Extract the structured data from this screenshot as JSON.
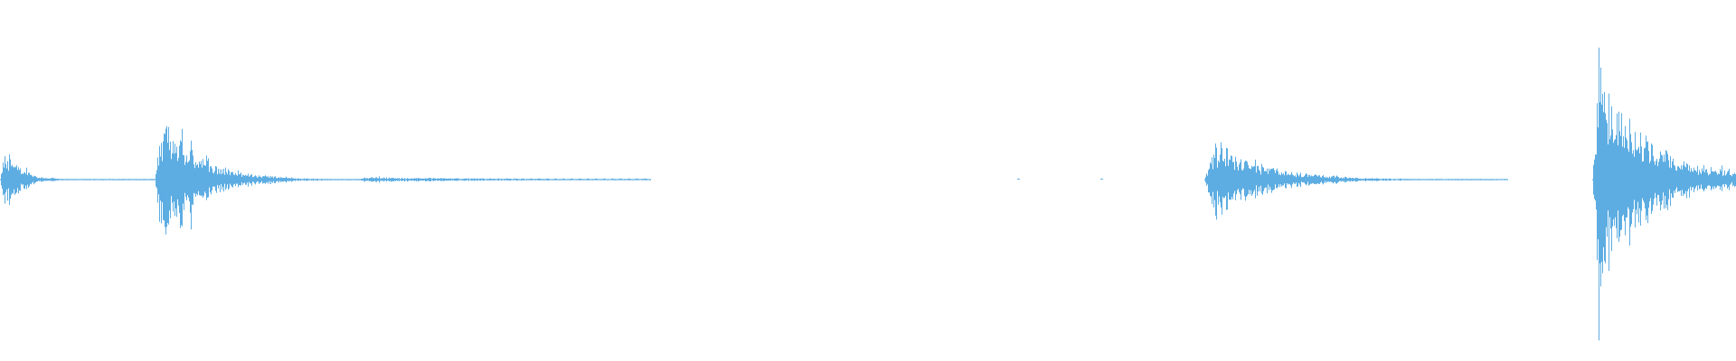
{
  "waveform": {
    "color": "#5dade2",
    "background": "#ffffff",
    "segments": [
      {
        "name": "burst-1",
        "start": 0.0,
        "end": 0.089,
        "peak": 0.32,
        "decay": 0.1
      },
      {
        "name": "burst-2",
        "start": 0.089,
        "end": 0.205,
        "peak": 0.62,
        "decay": 0.18
      },
      {
        "name": "tail-1",
        "start": 0.205,
        "end": 0.375,
        "peak": 0.02,
        "decay": 0.5
      },
      {
        "name": "burst-3",
        "start": 0.694,
        "end": 0.869,
        "peak": 0.36,
        "decay": 0.16
      },
      {
        "name": "burst-4",
        "start": 0.917,
        "end": 1.0,
        "peak": 0.88,
        "decay": 0.35
      }
    ]
  }
}
